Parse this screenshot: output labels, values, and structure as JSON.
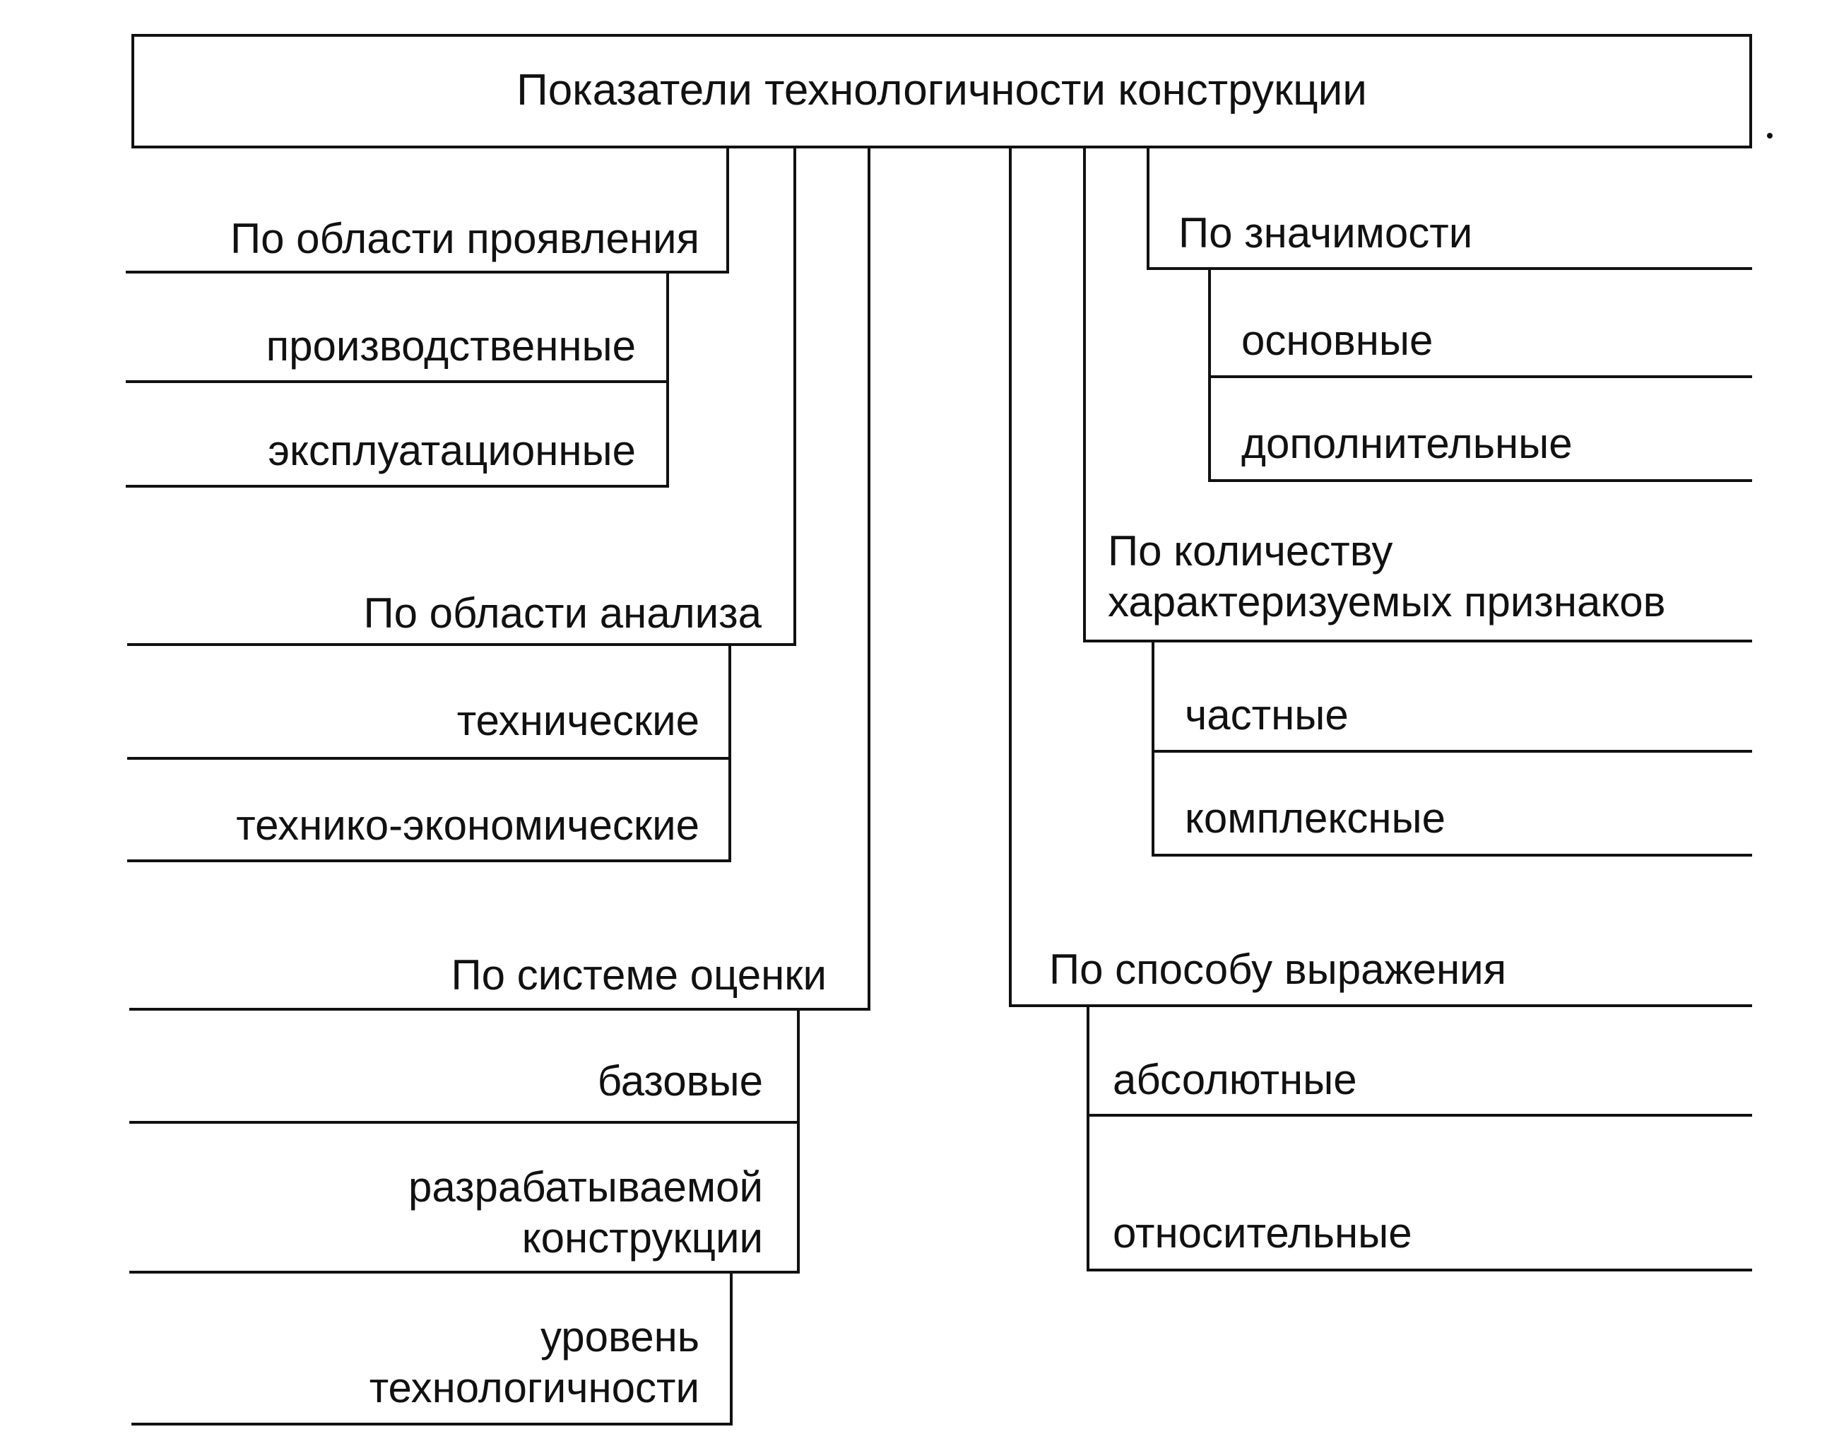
{
  "diagram": {
    "title": "Показатели технологичности конструкции",
    "left": {
      "manifestation": {
        "label": "По области проявления",
        "items": [
          "производственные",
          "эксплуатационные"
        ]
      },
      "analysis": {
        "label": "По области анализа",
        "items": [
          "технические",
          "технико-экономические"
        ]
      },
      "evaluation": {
        "label": "По системе оценки",
        "items": [
          {
            "line1": "базовые",
            "line2": ""
          },
          {
            "line1": "разрабатываемой",
            "line2": "конструкции"
          },
          {
            "line1": "уровень",
            "line2": "технологичности"
          }
        ]
      }
    },
    "right": {
      "significance": {
        "label": "По значимости",
        "items": [
          "основные",
          "дополнительные"
        ]
      },
      "features": {
        "label_line1": "По количеству",
        "label_line2": "характеризуемых признаков",
        "items": [
          "частные",
          "комплексные"
        ]
      },
      "expression": {
        "label": "По способу выражения",
        "items": [
          "абсолютные",
          "относительные"
        ]
      }
    }
  }
}
